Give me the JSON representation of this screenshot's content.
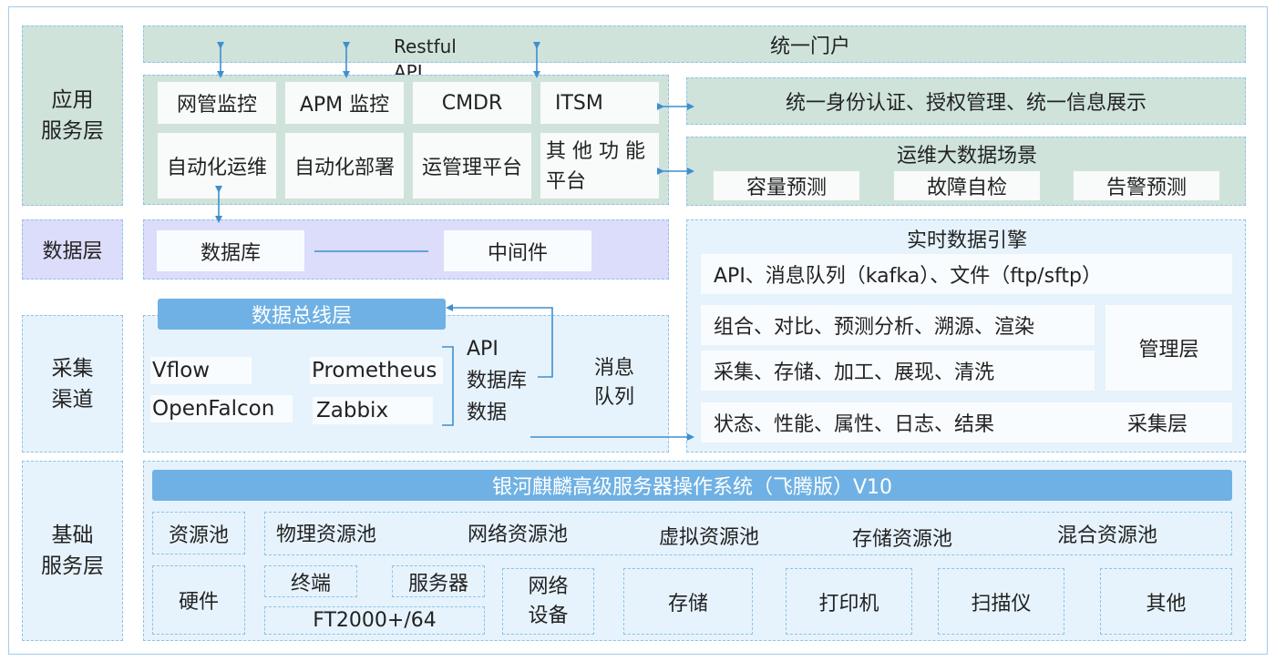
{
  "layers": {
    "app": "应用\n服务层",
    "data": "数据层",
    "collect": "采集\n渠道",
    "base": "基础\n服务层"
  },
  "portal": {
    "title": "统一门户",
    "api_label_line1": "Restful",
    "api_label_line2": "API"
  },
  "app_modules": [
    "网管监控",
    "APM 监控",
    "CMDR",
    "ITSM",
    "自动化运维",
    "自动化部署",
    "运管理平台",
    "其 他 功 能\n平台"
  ],
  "identity": "统一身份认证、授权管理、统一信息展示",
  "bigdata": {
    "title": "运维大数据场景",
    "items": [
      "容量预测",
      "故障自检",
      "告警预测"
    ]
  },
  "data_layer": {
    "db": "数据库",
    "middleware": "中间件"
  },
  "engine": {
    "title": "实时数据引擎",
    "sources": "API、消息队列（kafka）、文件（ftp/sftp）",
    "ops1": "组合、对比、预测分析、溯源、渲染",
    "ops2": "采集、存储、加工、展现、清洗",
    "mgmt": "管理层",
    "status": "状态、性能、属性、日志、结果",
    "collect_layer": "采集层"
  },
  "bus": {
    "title": "数据总线层",
    "tools": [
      "Vflow",
      "Prometheus",
      "OpenFalcon",
      "Zabbix"
    ],
    "outputs": [
      "API",
      "数据库",
      "数据"
    ],
    "mq": "消息\n队列"
  },
  "os": "银河麒麟高级服务器操作系统（飞腾版）V10",
  "resources": {
    "pool": "资源池",
    "pools": [
      "物理资源池",
      "网络资源池",
      "虚拟资源池",
      "存储资源池",
      "混合资源池"
    ],
    "hardware": "硬件",
    "terminal": "终端",
    "server": "服务器",
    "ft": "FT2000+/64",
    "network": "网络\n设备",
    "devices": [
      "存储",
      "打印机",
      "扫描仪",
      "其他"
    ]
  },
  "colors": {
    "border": "#9fcdee",
    "green": "#cfe3db",
    "lavender": "#dcdcfb",
    "light_blue": "#e6f3fc",
    "accent_blue": "#6fb1e4",
    "arrow": "#3d8fd0"
  }
}
